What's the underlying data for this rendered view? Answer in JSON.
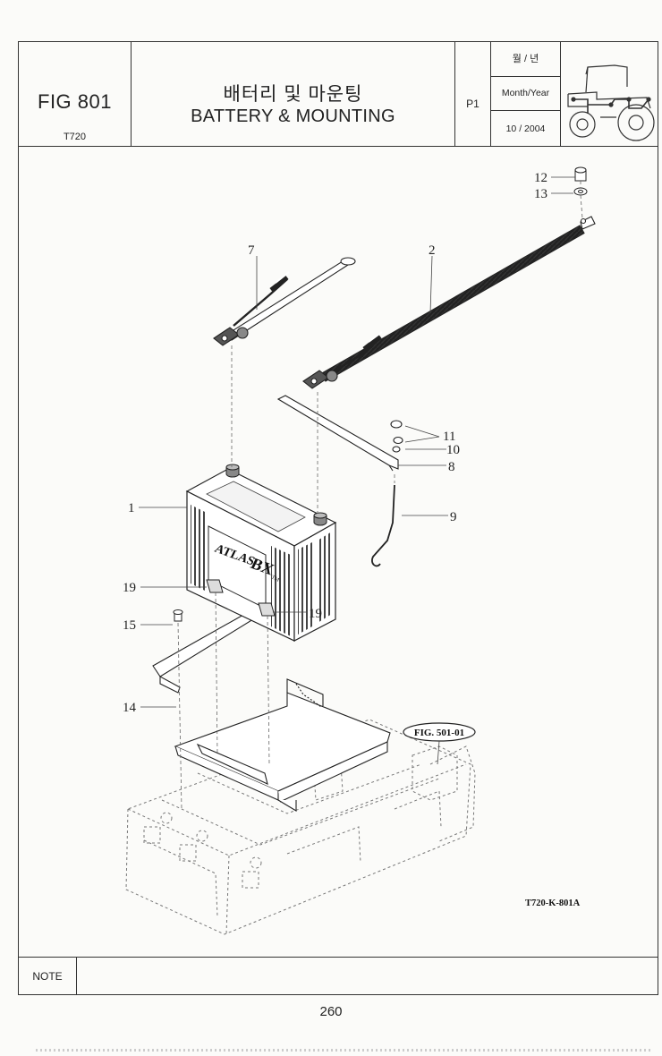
{
  "header": {
    "fig_number": "FIG 801",
    "model": "T720",
    "title_ko": "배터리 및 마운팅",
    "title_en": "BATTERY & MOUNTING",
    "page_id": "P1",
    "date_label_ko": "월 / 년",
    "date_label_en": "Month/Year",
    "date_value": "10 / 2004",
    "tractor_icon": "tractor-icon"
  },
  "drawing": {
    "callouts": {
      "c1": "1",
      "c2": "2",
      "c7": "7",
      "c8": "8",
      "c9": "9",
      "c10": "10",
      "c11": "11",
      "c12": "12",
      "c13": "13",
      "c14": "14",
      "c15": "15",
      "c19a": "19",
      "c19b": "19"
    },
    "battery_brand": "ATLAS",
    "battery_model": "BX",
    "battery_tm": "TM",
    "reference": "FIG. 501-01",
    "drawing_code": "T720-K-801A"
  },
  "note_label": "NOTE",
  "page_number": "260"
}
